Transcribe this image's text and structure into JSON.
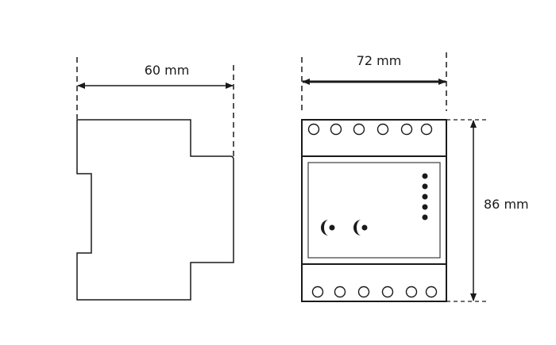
{
  "dimensions": {
    "side_width": "60 mm",
    "front_width": "72 mm",
    "front_height": "86 mm"
  },
  "colors": {
    "stroke": "#1a1a1a",
    "frame": "#3c3c3c",
    "background": "#ffffff"
  }
}
